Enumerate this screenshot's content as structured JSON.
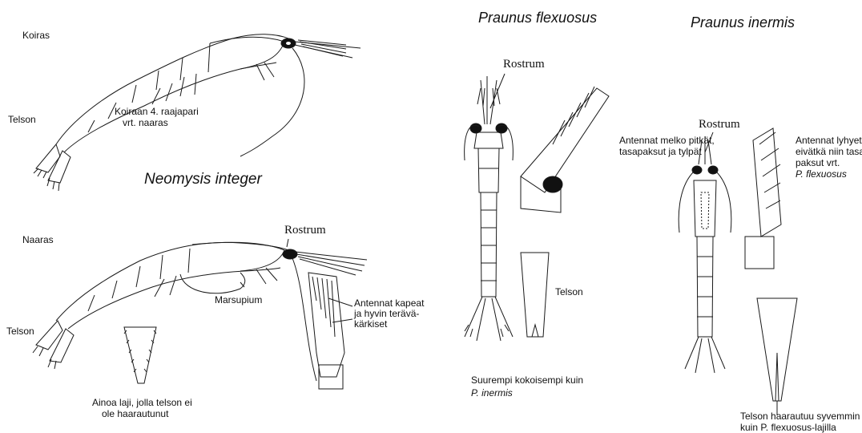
{
  "neomysis": {
    "title": "Neomysis integer",
    "male": {
      "label": "Koiras",
      "telson": "Telson",
      "note_line1": "Koiraan 4. raajapari",
      "note_line2": "vrt. naaras"
    },
    "female": {
      "label": "Naaras",
      "telson": "Telson",
      "rostrum": "Rostrum",
      "marsupium": "Marsupium"
    },
    "antenna_note": [
      "Antennat kapeat",
      "ja hyvin terävä-",
      "kärkiset"
    ],
    "telson_note": [
      "Ainoa laji, jolla telson ei",
      "ole haarautunut"
    ]
  },
  "praunus_flexuosus": {
    "title": "Praunus flexuosus",
    "rostrum": "Rostrum",
    "antenna_note": [
      "Antennat melko pitkät,",
      "tasapaksut ja tylpät"
    ],
    "telson": "Telson",
    "size_note": [
      "Suurempi kokoisempi kuin",
      "P. inermis"
    ]
  },
  "praunus_inermis": {
    "title": "Praunus inermis",
    "rostrum": "Rostrum",
    "antenna_note": [
      "Antennat lyhyet",
      "eivätkä niin tasa-",
      "paksut vrt.",
      "P. flexuosus"
    ],
    "telson_note": [
      "Telson haarautuu syvemmin",
      "kuin P. flexuosus-lajilla"
    ]
  }
}
